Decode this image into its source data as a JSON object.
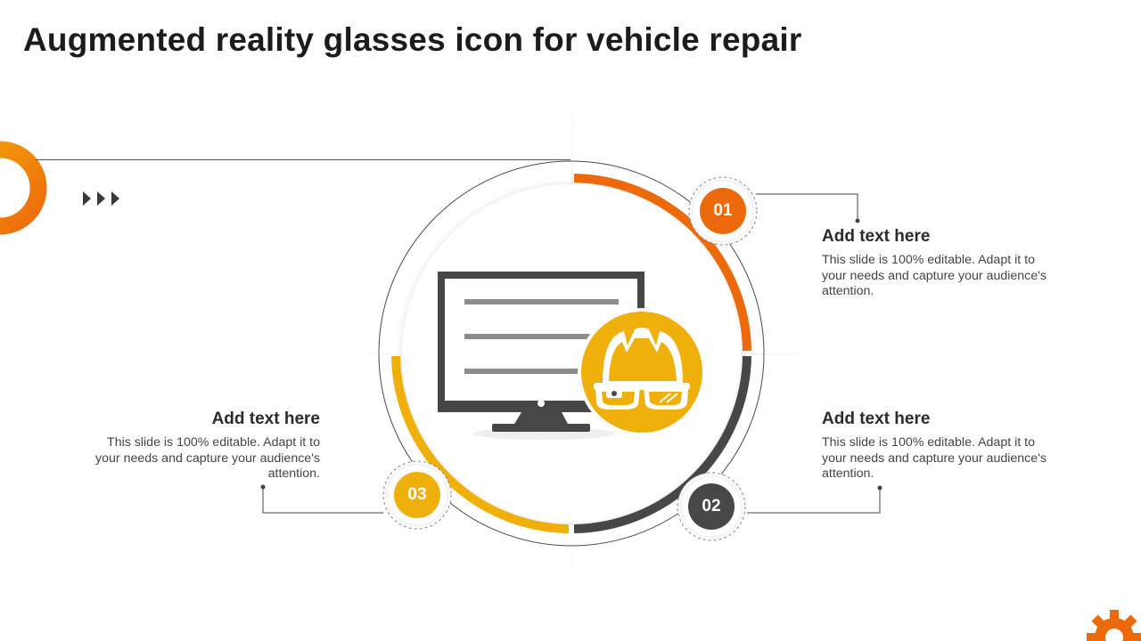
{
  "slide": {
    "title": "Augmented reality glasses icon for vehicle repair"
  },
  "colors": {
    "orange": "#ec6a0c",
    "yellow": "#efb00c",
    "dark": "#474747",
    "grey": "#8c8c8c"
  },
  "icons": [
    "ring-decoration-icon",
    "triple-arrow-icon",
    "monitor-icon",
    "ar-glasses-helmet-icon",
    "gear-icon"
  ],
  "steps": [
    {
      "number": "01",
      "heading": "Add text here",
      "body": "This slide is 100% editable. Adapt it to your needs and capture your audience's attention."
    },
    {
      "number": "02",
      "heading": "Add text here",
      "body": "This slide is 100% editable. Adapt it to your needs and capture your audience's attention."
    },
    {
      "number": "03",
      "heading": "Add text here",
      "body": "This slide is 100% editable. Adapt it to your needs and capture your audience's attention."
    }
  ]
}
